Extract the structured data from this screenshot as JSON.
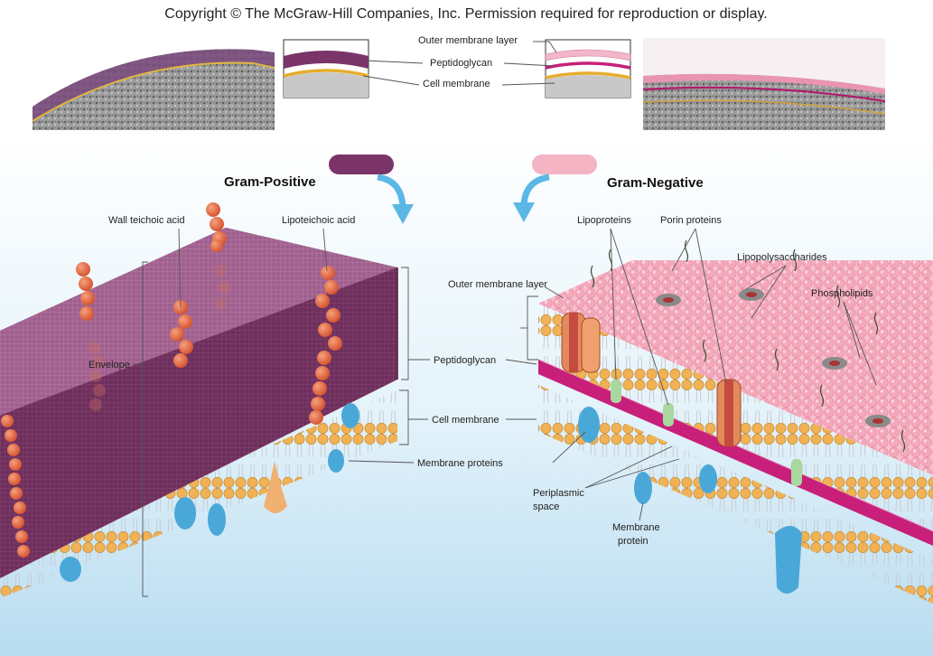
{
  "copyright": "Copyright © The McGraw-Hill Companies, Inc. Permission required for reproduction or display.",
  "top_schematic": {
    "outer_membrane_layer": "Outer membrane layer",
    "peptidoglycan": "Peptidoglycan",
    "cell_membrane": "Cell membrane"
  },
  "gram_positive": {
    "title": "Gram-Positive",
    "wall_teichoic_acid": "Wall teichoic acid",
    "lipoteichoic_acid": "Lipoteichoic acid",
    "envelope": "Envelope"
  },
  "center_labels": {
    "peptidoglycan": "Peptidoglycan",
    "cell_membrane": "Cell membrane",
    "membrane_proteins": "Membrane proteins"
  },
  "gram_negative": {
    "title": "Gram-Negative",
    "outer_membrane_layer": "Outer membrane layer",
    "lipoproteins": "Lipoproteins",
    "porin_proteins": "Porin proteins",
    "lipopolysaccharides": "Lipopolysaccharides",
    "phospholipids": "Phospholipids",
    "periplasmic_space_line1": "Periplasmic",
    "periplasmic_space_line2": "space",
    "membrane_protein_line1": "Membrane",
    "membrane_protein_line2": "protein"
  },
  "colors": {
    "gram_positive_wall": "#6e2f5c",
    "gram_negative_outer": "#f3a9bd",
    "peptidoglycan_thin": "#c81f7a",
    "lipid_head": "#f0b255",
    "membrane_protein": "#4aa8d8",
    "teichoic_bead": "#e2673c",
    "arrow": "#5bb7e6"
  }
}
